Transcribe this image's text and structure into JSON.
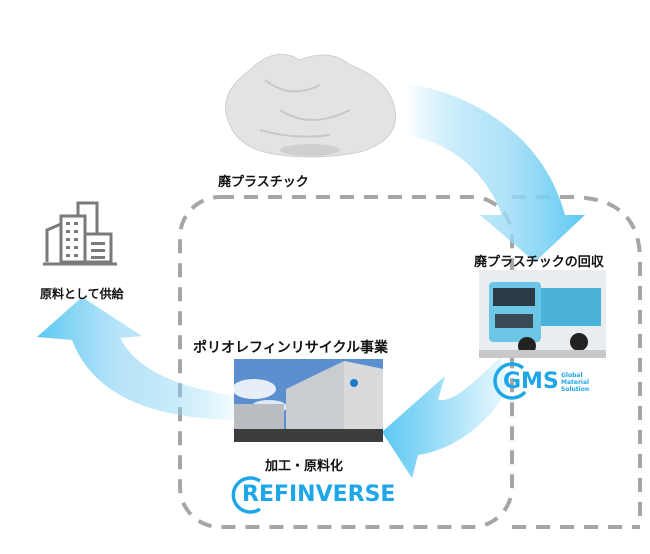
{
  "diagram": {
    "title": "Polyolefin recycling cycle",
    "nodes": {
      "waste_plastic": {
        "label": "廃プラスチック",
        "icon": "crumpled-plastic-bag-image"
      },
      "collection": {
        "label": "廃プラスチックの回収",
        "icon": "blue-truck-photo"
      },
      "business": {
        "label": "ポリオレフィンリサイクル事業",
        "icon": "factory-building-photo"
      },
      "processing": {
        "label": "加工・原料化"
      },
      "supply": {
        "label": "原料として供給",
        "icon": "city-buildings-icon"
      }
    },
    "logos": {
      "gms": {
        "mark": "GMS",
        "sub": [
          "Global",
          "Material",
          "Solution"
        ]
      },
      "refinverse": {
        "mark": "REFINVERSE"
      }
    },
    "flow": [
      {
        "from": "waste_plastic",
        "to": "collection"
      },
      {
        "from": "collection",
        "to": "business"
      },
      {
        "from": "business",
        "to": "supply"
      }
    ],
    "colors": {
      "arrow": "#5bc8f2",
      "logo_blue": "#1ea7e8",
      "dash_border": "#a6a6a6",
      "icon_gray": "#7a7a7a"
    }
  }
}
